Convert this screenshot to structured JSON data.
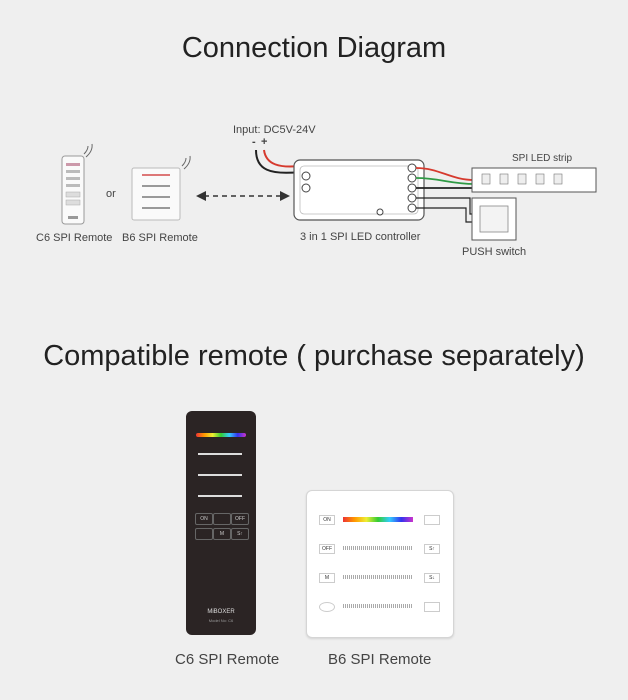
{
  "connection": {
    "title": "Connection Diagram",
    "input_label": "Input: DC5V-24V",
    "minus_sign": "-",
    "plus_sign": "+",
    "c6_label": "C6 SPI Remote",
    "or_label": "or",
    "b6_label": "B6 SPI Remote",
    "controller_label": "3 in 1 SPI LED controller",
    "strip_label": "SPI  LED strip",
    "switch_label": "PUSH switch"
  },
  "compatible": {
    "title": "Compatible remote ( purchase separately)",
    "c6_caption": "C6 SPI Remote",
    "b6_caption": "B6 SPI Remote",
    "c6_buttons": [
      "ON",
      "OFF",
      "M",
      "S↑"
    ],
    "c6_brand": "MiBOXER",
    "c6_model": "Model No: C6",
    "b6_buttons": [
      "ON",
      "OFF",
      "M",
      "S↑",
      "S↓"
    ]
  },
  "colors": {
    "background": "#efefef",
    "remote_dark": "#2b2424",
    "panel_white": "#ffffff",
    "wire_red": "#d63a2e",
    "wire_green": "#2f9a45",
    "wire_black": "#222222"
  }
}
